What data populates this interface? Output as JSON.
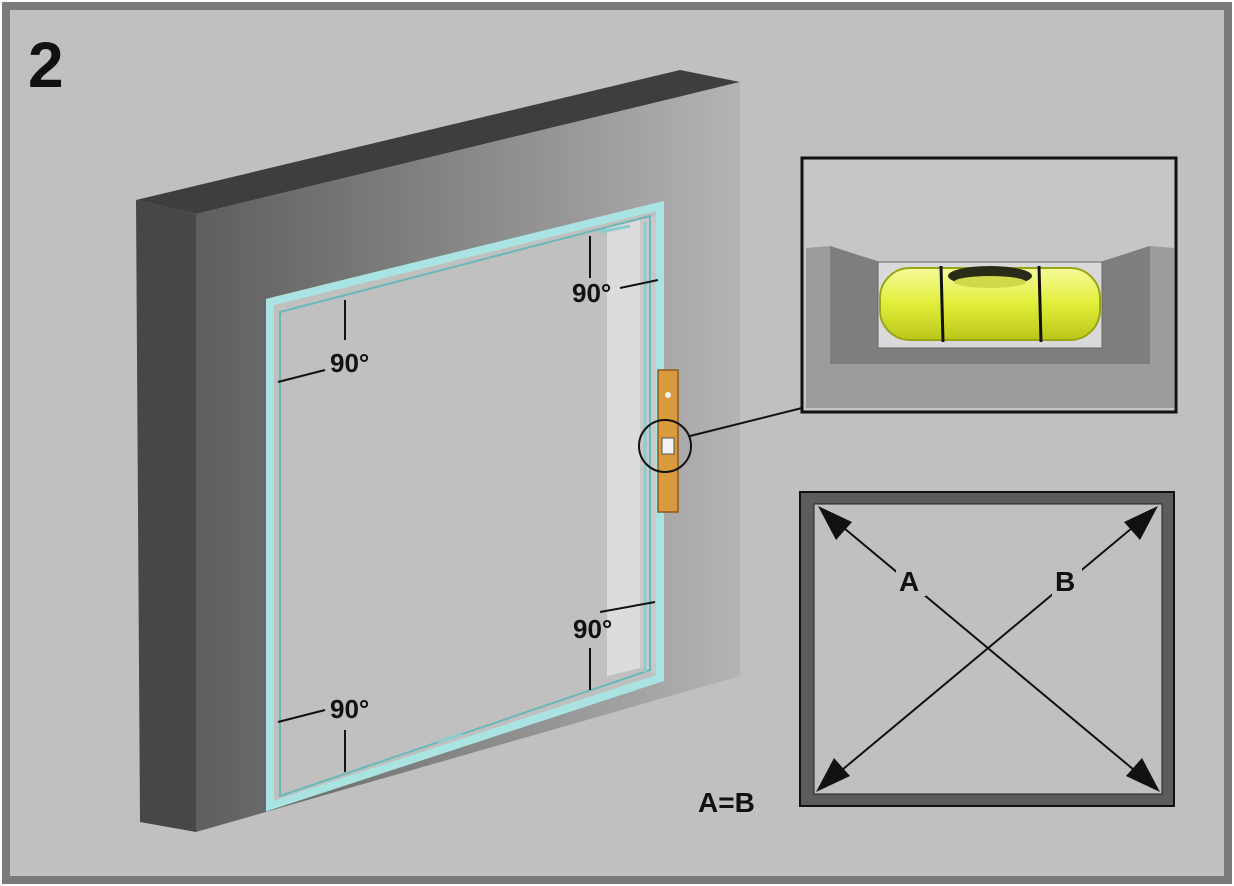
{
  "step_number": "2",
  "angle_labels": {
    "top_left": "90°",
    "top_right": "90°",
    "bottom_right": "90°",
    "bottom_left": "90°"
  },
  "diagonals": {
    "a_label": "A",
    "b_label": "B",
    "equality": "A=B"
  },
  "colors": {
    "background": "#c0c0c0",
    "border": "#7a7a7a",
    "wall_front_light": "#a9a9a9",
    "wall_front_dark": "#5a5a5a",
    "wall_side": "#4a4a4a",
    "wall_top": "#3e3e3e",
    "frame": "#a9e3e2",
    "level_body": "#d89a3c",
    "vial_liquid": "#e6f24a"
  }
}
